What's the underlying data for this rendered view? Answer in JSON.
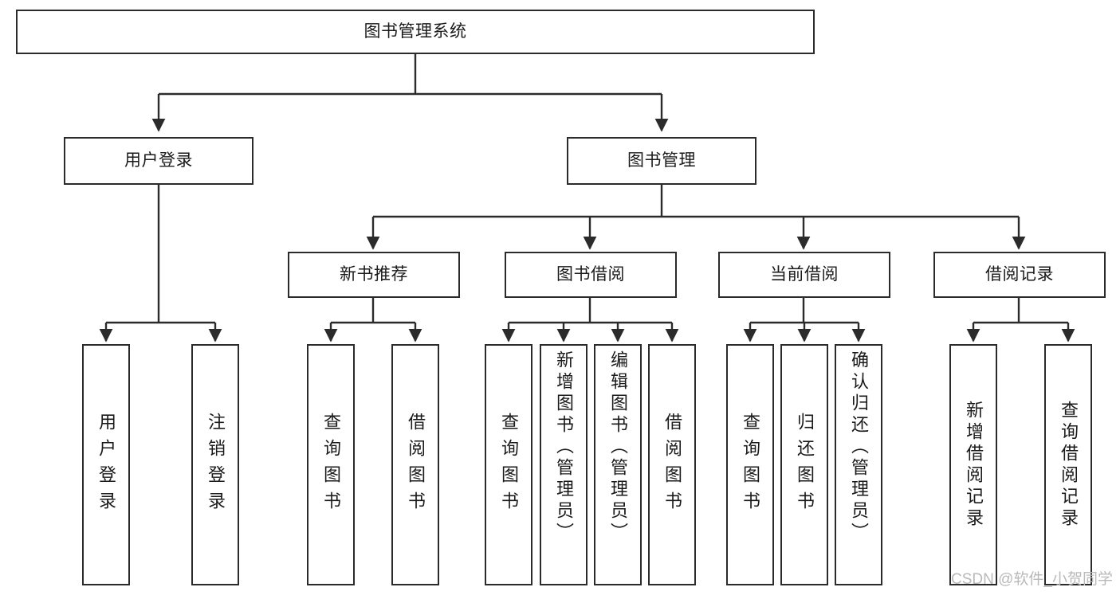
{
  "diagram": {
    "type": "tree-hierarchy",
    "title": "图书管理系统",
    "watermark": "CSDN @软件_小贺同学",
    "colors": {
      "stroke": "#2b2b2b",
      "fill": "#ffffff",
      "text": "#1a1a1a",
      "watermark": "#b9b9b9"
    },
    "nodes": {
      "root": {
        "label": "图书管理系统",
        "orientation": "horizontal"
      },
      "level2": [
        {
          "id": "user-login",
          "label": "用户登录",
          "orientation": "horizontal"
        },
        {
          "id": "book-manage",
          "label": "图书管理",
          "orientation": "horizontal"
        }
      ],
      "level3": [
        {
          "id": "new-book-recommend",
          "label": "新书推荐",
          "orientation": "horizontal"
        },
        {
          "id": "book-borrow",
          "label": "图书借阅",
          "orientation": "horizontal"
        },
        {
          "id": "current-borrow",
          "label": "当前借阅",
          "orientation": "horizontal"
        },
        {
          "id": "borrow-record",
          "label": "借阅记录",
          "orientation": "horizontal"
        }
      ],
      "leaves": [
        {
          "id": "leaf-user-login",
          "label": "用户登录",
          "orientation": "vertical",
          "parent": "user-login"
        },
        {
          "id": "leaf-logout-login",
          "label": "注销登录",
          "orientation": "vertical",
          "parent": "user-login"
        },
        {
          "id": "leaf-query-book-1",
          "label": "查询图书",
          "orientation": "vertical",
          "parent": "new-book-recommend"
        },
        {
          "id": "leaf-borrow-book-1",
          "label": "借阅图书",
          "orientation": "vertical",
          "parent": "new-book-recommend"
        },
        {
          "id": "leaf-query-book-2",
          "label": "查询图书",
          "orientation": "vertical",
          "parent": "book-borrow"
        },
        {
          "id": "leaf-add-book-admin",
          "label": "新增图书（管理员）",
          "orientation": "vertical",
          "parent": "book-borrow"
        },
        {
          "id": "leaf-edit-book-admin",
          "label": "编辑图书（管理员）",
          "orientation": "vertical",
          "parent": "book-borrow"
        },
        {
          "id": "leaf-borrow-book-2",
          "label": "借阅图书",
          "orientation": "vertical",
          "parent": "book-borrow"
        },
        {
          "id": "leaf-query-book-3",
          "label": "查询图书",
          "orientation": "vertical",
          "parent": "current-borrow"
        },
        {
          "id": "leaf-return-book",
          "label": "归还图书",
          "orientation": "vertical",
          "parent": "current-borrow"
        },
        {
          "id": "leaf-confirm-return-admin",
          "label": "确认归还（管理员）",
          "orientation": "vertical",
          "parent": "current-borrow"
        },
        {
          "id": "leaf-add-borrow-record",
          "label": "新增借阅记录",
          "orientation": "vertical",
          "parent": "borrow-record"
        },
        {
          "id": "leaf-query-borrow-record",
          "label": "查询借阅记录",
          "orientation": "vertical",
          "parent": "borrow-record"
        }
      ]
    }
  }
}
